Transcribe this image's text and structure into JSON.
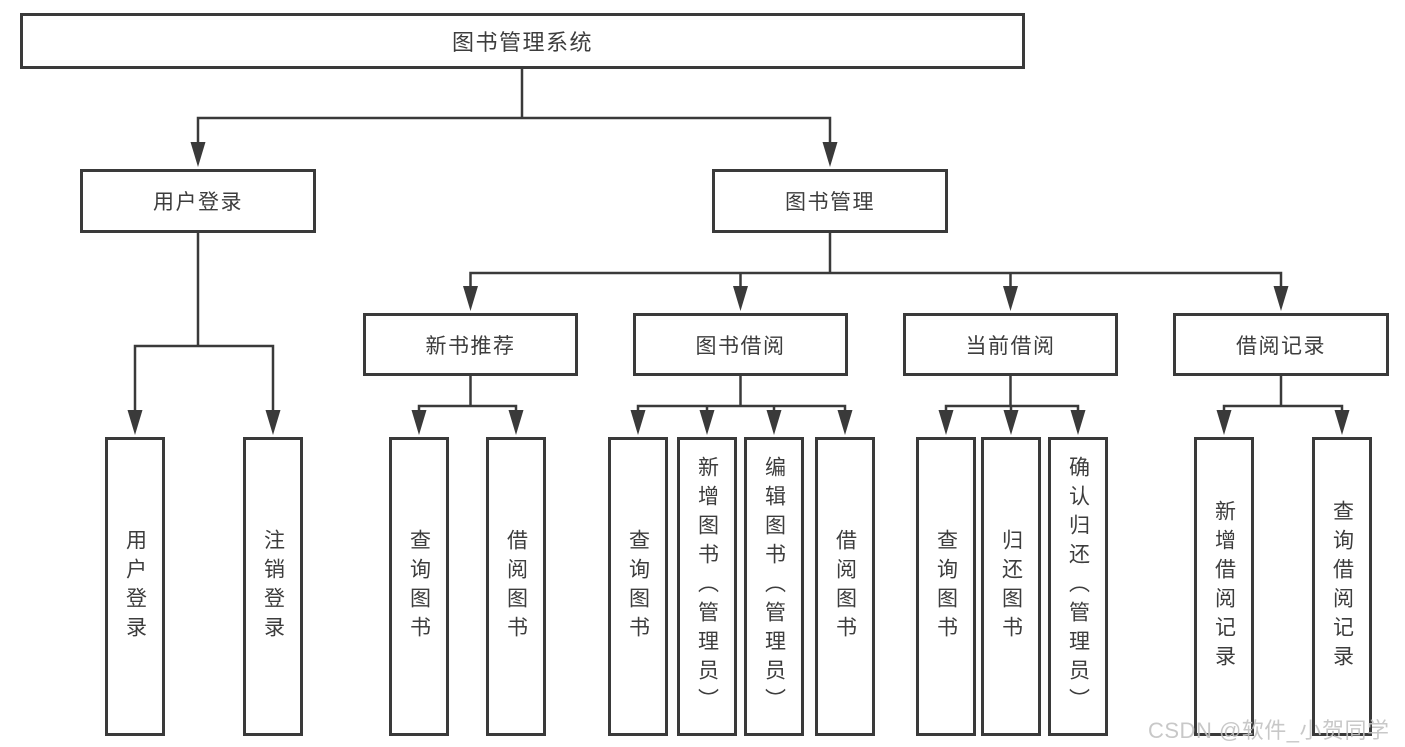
{
  "root": {
    "label": "图书管理系统"
  },
  "level2": [
    {
      "label": "用户登录",
      "children": [
        "用户登录",
        "注销登录"
      ]
    },
    {
      "label": "图书管理"
    }
  ],
  "level3": [
    {
      "label": "新书推荐",
      "children": [
        "查询图书",
        "借阅图书"
      ]
    },
    {
      "label": "图书借阅",
      "children": [
        "查询图书",
        "新增图书（管理员）",
        "编辑图书（管理员）",
        "借阅图书"
      ]
    },
    {
      "label": "当前借阅",
      "children": [
        "查询图书",
        "归还图书",
        "确认归还（管理员）"
      ]
    },
    {
      "label": "借阅记录",
      "children": [
        "新增借阅记录",
        "查询借阅记录"
      ]
    }
  ],
  "watermark": {
    "text": "CSDN @软件_小贺同学"
  },
  "colors": {
    "line": "#3a3a3a",
    "text": "#3d3d3d",
    "watermark": "#c3c3c3",
    "background": "#ffffff"
  }
}
